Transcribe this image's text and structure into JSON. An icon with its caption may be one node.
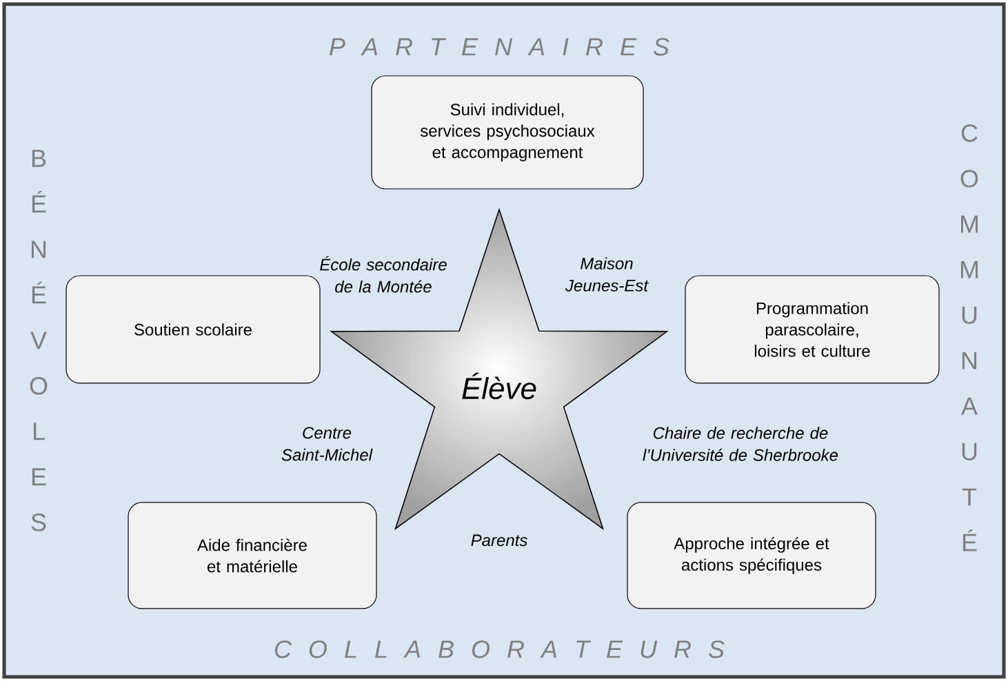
{
  "diagram": {
    "nodes": [
      {
        "text": [
          "Suivi individuel, services psychosociaux et accompagnement"
        ]
      },
      {
        "text": [
          "Soutien scolaire"
        ]
      },
      {
        "text": [
          "Élève"
        ]
      },
      {
        "text": [
          "Programmation parascolaire, loisirs et culture"
        ]
      },
      {
        "text": [
          "Aide financière et matérielle"
        ]
      },
      {
        "text": [
          "Approche intégrée et actions spécifiques"
        ]
      }
    ],
    "labels": [
      "P A R T E N A I R E S",
      "BÉNÉVOLES",
      "COMMUNAUTÉ",
      "École secondaire de la Montée",
      "Maison Jeunes-Est",
      "Centre Saint-Michel",
      "Chaire de recherche de l’Université de Sherbrooke",
      "Parents",
      "C O L L A B O R A T E U R S"
    ]
  }
}
